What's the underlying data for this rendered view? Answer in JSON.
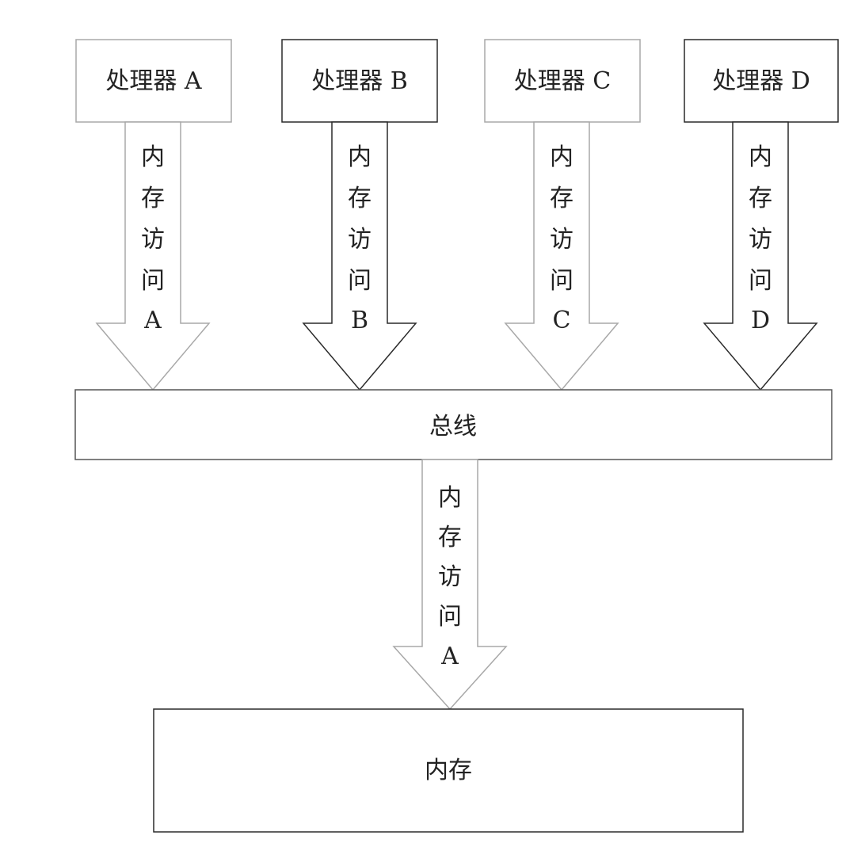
{
  "processors": [
    {
      "label": "处理器 A",
      "tone": "light"
    },
    {
      "label": "处理器 B",
      "tone": "dark"
    },
    {
      "label": "处理器 C",
      "tone": "light"
    },
    {
      "label": "处理器 D",
      "tone": "dark"
    }
  ],
  "processor_arrows": [
    {
      "chars": [
        "内",
        "存",
        "访",
        "问",
        "A"
      ]
    },
    {
      "chars": [
        "内",
        "存",
        "访",
        "问",
        "B"
      ]
    },
    {
      "chars": [
        "内",
        "存",
        "访",
        "问",
        "C"
      ]
    },
    {
      "chars": [
        "内",
        "存",
        "访",
        "问",
        "D"
      ]
    }
  ],
  "bus": {
    "label": "总线"
  },
  "memory_arrow": {
    "chars": [
      "内",
      "存",
      "访",
      "问",
      "A"
    ]
  },
  "memory": {
    "label": "内存"
  },
  "colors": {
    "light_stroke": "#a8a8a8",
    "dark_stroke": "#2a2a2a",
    "text": "#222222",
    "background": "#ffffff"
  }
}
